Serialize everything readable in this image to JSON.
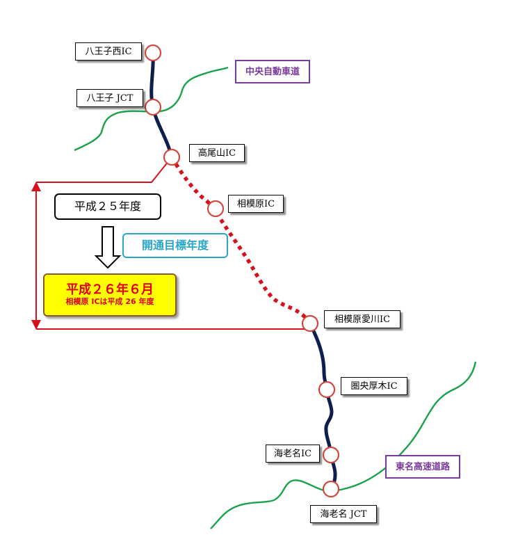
{
  "interchanges": [
    {
      "id": "hachioji-nishi",
      "label": "八王子西IC"
    },
    {
      "id": "hachioji-jct",
      "label": "八王子 JCT"
    },
    {
      "id": "takaosan",
      "label": "高尾山IC"
    },
    {
      "id": "sagamihara",
      "label": "相模原IC"
    },
    {
      "id": "sagamihara-aikawa",
      "label": "相模原愛川IC"
    },
    {
      "id": "ken-o-atsugi",
      "label": "圏央厚木IC"
    },
    {
      "id": "ebina",
      "label": "海老名IC"
    },
    {
      "id": "ebina-jct",
      "label": "海老名 JCT"
    }
  ],
  "expressways": {
    "chuo": "中央自動車道",
    "tomei": "東名高速道路"
  },
  "schedule": {
    "original_year": "平成２５年度",
    "target_label": "開通目標年度",
    "new_date": "平成２６年６月",
    "note": "相模原 ICは平成 26 年度"
  },
  "colors": {
    "open_route": "#0d1f4f",
    "planned_route": "#d6101c",
    "other_expressway": "#1aa24a",
    "marker_stroke": "#d0473e",
    "bracket": "#d6101c"
  }
}
